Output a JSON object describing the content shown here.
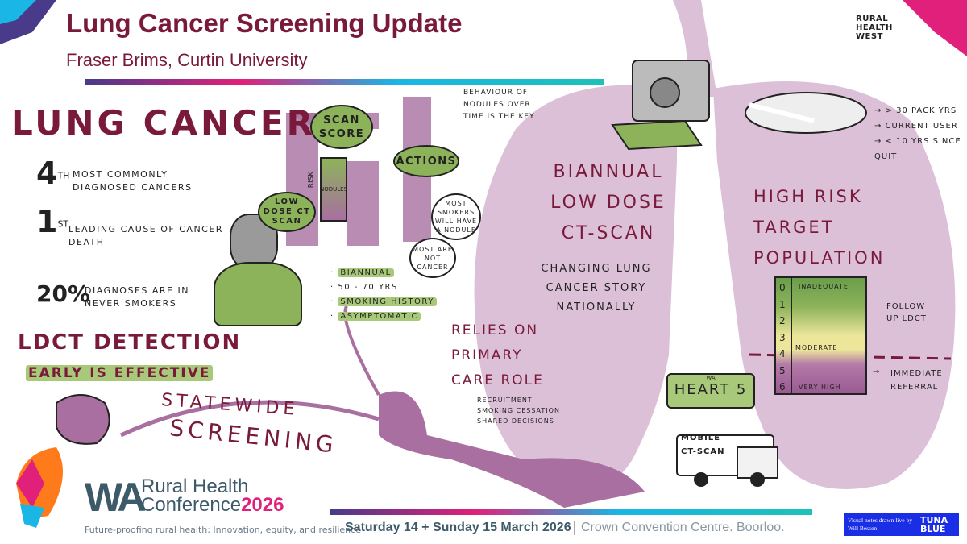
{
  "header": {
    "title": "Lung Cancer Screening Update",
    "subtitle": "Fraser Brims, Curtin University",
    "partner_logo": "RURAL HEALTH WEST"
  },
  "lung_cancer": {
    "heading": "LUNG CANCER",
    "stats": [
      {
        "value": "4",
        "suffix": "TH",
        "text": "MOST COMMONLY DIAGNOSED CANCERS"
      },
      {
        "value": "1",
        "suffix": "ST",
        "text": "LEADING CAUSE OF CANCER DEATH"
      },
      {
        "value": "20%",
        "suffix": "",
        "text": "DIAGNOSES ARE IN NEVER SMOKERS"
      }
    ]
  },
  "ldct": {
    "line1": "LDCT DETECTION",
    "line2": "EARLY IS EFFECTIVE"
  },
  "statewide": {
    "line1": "STATEWIDE",
    "line2": "SCREENING"
  },
  "flow": {
    "scan_score": "SCAN SCORE",
    "risk": "RISK",
    "nodules": "NODULES",
    "low_dose": "LOW DOSE CT SCAN",
    "actions": "ACTIONS",
    "behaviour": "BEHAVIOUR OF NODULES OVER TIME IS THE KEY",
    "bubble1": "MOST SMOKERS WILL HAVE A NODULE",
    "bubble2": "MOST ARE NOT CANCER"
  },
  "criteria": [
    "BIANNUAL",
    "50 - 70 YRS",
    "SMOKING HISTORY",
    "ASYMPTOMATIC"
  ],
  "middle": {
    "biannual": "BIANNUAL LOW DOSE CT-SCAN",
    "changing": "CHANGING LUNG CANCER STORY NATIONALLY",
    "relies": "RELIES ON PRIMARY CARE ROLE",
    "bullets": [
      "RECRUITMENT",
      "SMOKING CESSATION",
      "SHARED DECISIONS"
    ],
    "plate_state": "WA",
    "plate": "HEART 5",
    "mobile": "MOBILE CT-SCAN"
  },
  "right": {
    "risk_heading": "HIGH RISK TARGET POPULATION",
    "risk_factors": [
      "> 30 PACK YRS",
      "CURRENT USER",
      "< 10 YRS SINCE QUIT"
    ],
    "scale": {
      "numbers": [
        "0",
        "1",
        "2",
        "3",
        "4",
        "5",
        "6"
      ],
      "inadequate": "INADEQUATE",
      "moderate": "MODERATE",
      "very_high": "VERY HIGH"
    },
    "follow_up": "FOLLOW UP LDCT",
    "referral": "IMMEDIATE REFERRAL"
  },
  "footer": {
    "conf_wa": "WA",
    "conf_name1": "Rural Health",
    "conf_name2": "Conference",
    "conf_year": "2026",
    "tagline": "Future-proofing rural health: Innovation, equity, and resilience",
    "dates": "Saturday 14 + Sunday 15 March 2026",
    "venue": "Crown Convention Centre. Boorloo.",
    "credit": "Visual notes drawn live by Will Bessen",
    "credit_brand": "TUNA BLUE"
  },
  "colors": {
    "maroon": "#7a1a3a",
    "lung": "#dcc0d8",
    "green": "#8db35a",
    "purple": "#a86fa0"
  }
}
